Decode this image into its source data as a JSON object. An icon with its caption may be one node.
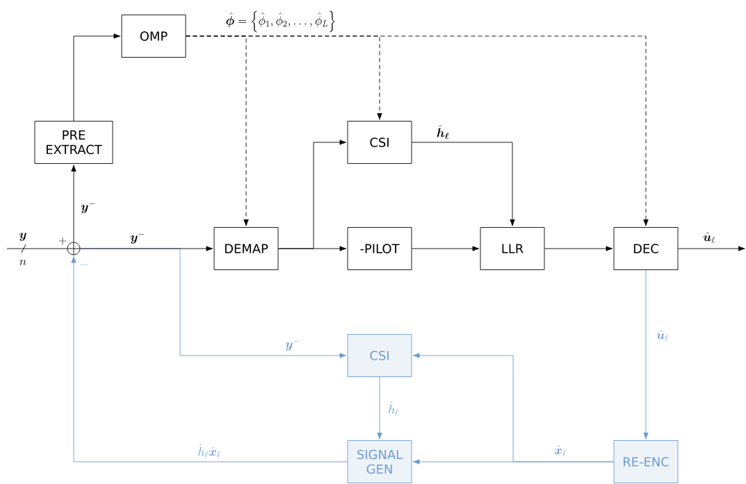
{
  "diagram": {
    "nodes": [
      {
        "text": [
          "OMP"
        ]
      },
      {
        "text": [
          "PRE EXTRACT"
        ]
      },
      {
        "text": [],
        "shape": "circle"
      },
      {
        "text": [
          "DEMAP"
        ]
      },
      {
        "text": [
          "CSI"
        ]
      },
      {
        "text": [
          "-PILOT"
        ]
      },
      {
        "text": [
          "LLR"
        ]
      },
      {
        "text": [
          "DEC"
        ]
      },
      {
        "text": [
          "CSI"
        ]
      },
      {
        "text": [
          "SIGNAL GEN"
        ]
      },
      {
        "text": [
          "RE-ENC"
        ]
      }
    ],
    "edges": [
      {
        "from": null,
        "to": 2,
        "arrow": "none",
        "label": "\\boldsymbol{y}"
      },
      {
        "from": 2,
        "to": 1,
        "arrow": "to",
        "label": "\\boldsymbol{y}^{-}"
      },
      {
        "from": 1,
        "to": 0,
        "arrow": "to"
      },
      {
        "from": 2,
        "to": 3,
        "arrow": "to",
        "label": "\\boldsymbol{y}^{-}"
      },
      {
        "from": 0,
        "to": 3,
        "arrow": "to",
        "style": "dashed"
      },
      {
        "from": 0,
        "to": 4,
        "arrow": "to",
        "style": "dashed"
      },
      {
        "from": 0,
        "to": 7,
        "arrow": "to",
        "style": "dashed"
      },
      {
        "from": 3,
        "to": 4,
        "arrow": "to"
      },
      {
        "from": 3,
        "to": 5,
        "arrow": "to"
      },
      {
        "from": 4,
        "to": 6,
        "arrow": "to",
        "label": "\\hat{\\boldsymbol{h}}_{\\boldsymbol{\\ell}}"
      },
      {
        "from": 5,
        "to": 6,
        "arrow": "to"
      },
      {
        "from": 6,
        "to": 7,
        "arrow": "to"
      },
      {
        "from": 7,
        "to": null,
        "arrow": "to",
        "label": "\\hat{\\boldsymbol{u}}_{\\ell}"
      },
      {
        "from": 7,
        "to": 10,
        "arrow": "to",
        "color": "#6b9bd2",
        "label": "\\hat{\\boldsymbol{u}}_{\\ell}"
      },
      {
        "from": 2,
        "to": 8,
        "arrow": "to",
        "color": "#6b9bd2",
        "label": "\\boldsymbol{y}^{-}"
      },
      {
        "from": 8,
        "to": 9,
        "arrow": "to",
        "color": "#6b9bd2",
        "label": "\\hat{h}_{\\ell}"
      },
      {
        "from": 10,
        "to": 9,
        "arrow": "to",
        "color": "#6b9bd2",
        "label": "\\hat{\\boldsymbol{x}}_{\\ell}"
      },
      {
        "from": 10,
        "to": 8,
        "arrow": "to",
        "color": "#6b9bd2"
      },
      {
        "from": 9,
        "to": 2,
        "arrow": "to",
        "color": "#6b9bd2",
        "label": "\\hat{h}_{\\ell}\\hat{\\boldsymbol{x}}_{\\ell}"
      }
    ],
    "labels": [
      "\\hat{\\boldsymbol{\\phi}} = \\left\\{\\hat{\\phi}_1, \\hat{\\phi}_2, \\dots, \\hat{\\phi}_L\\right\\}",
      "n",
      "+",
      "-"
    ]
  }
}
